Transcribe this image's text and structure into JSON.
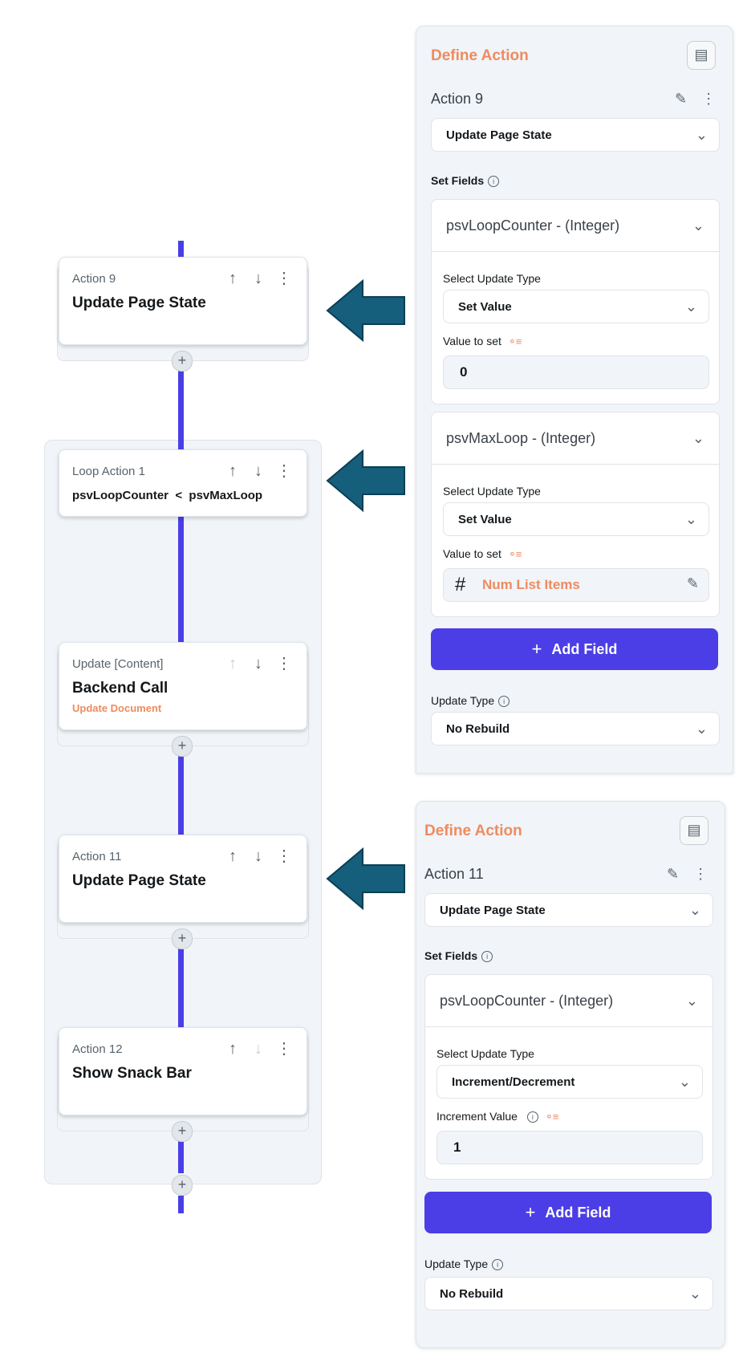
{
  "flow": {
    "cards": [
      {
        "sub": "Action 9",
        "title": "Update Page State",
        "note": ""
      },
      {
        "sub": "Loop Action 1",
        "title": "psvLoopCounter  <  psvMaxLoop",
        "note": ""
      },
      {
        "sub": "Update [Content]",
        "title": "Backend Call",
        "note": "Update Document"
      },
      {
        "sub": "Action 11",
        "title": "Update Page State",
        "note": ""
      },
      {
        "sub": "Action 12",
        "title": "Show Snack Bar",
        "note": ""
      }
    ],
    "icons": {
      "up": "↑",
      "down": "↓",
      "more": "⋮",
      "plus": "+"
    }
  },
  "panel1": {
    "title": "Define Action",
    "action_name": "Action 9",
    "action_type": "Update Page State",
    "set_fields_label": "Set Fields",
    "fields": [
      {
        "name": "psvLoopCounter - (Integer)",
        "update_type_label": "Select Update Type",
        "update_type": "Set Value",
        "value_label": "Value to set",
        "value": "0"
      },
      {
        "name": "psvMaxLoop - (Integer)",
        "update_type_label": "Select Update Type",
        "update_type": "Set Value",
        "value_label": "Value to set",
        "value": "Num List Items"
      }
    ],
    "add_field": "Add Field",
    "update_type_label": "Update Type",
    "update_type": "No Rebuild"
  },
  "panel2": {
    "title": "Define Action",
    "action_name": "Action 11",
    "action_type": "Update Page State",
    "set_fields_label": "Set Fields",
    "fields": [
      {
        "name": "psvLoopCounter - (Integer)",
        "update_type_label": "Select Update Type",
        "update_type": "Increment/Decrement",
        "value_label": "Increment Value",
        "value": "1"
      }
    ],
    "add_field": "Add Field",
    "update_type_label": "Update Type",
    "update_type": "No Rebuild"
  },
  "colors": {
    "accent": "#4b3ee6",
    "title_orange": "#ee8b60",
    "arrow": "#155e7c"
  },
  "icon_names": [
    "arrow-up-icon",
    "arrow-down-icon",
    "more-vertical-icon",
    "add-icon",
    "edit-icon",
    "document-icon",
    "chevron-down-icon",
    "info-icon",
    "variable-icon",
    "hash-icon",
    "left-arrow-indicator"
  ]
}
